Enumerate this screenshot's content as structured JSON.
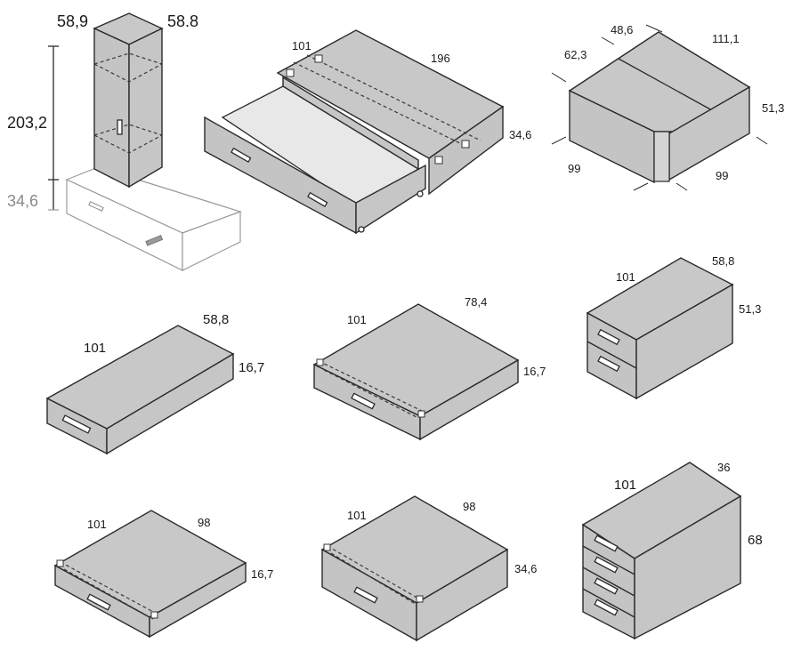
{
  "items": [
    {
      "id": "wardrobe-on-bed",
      "dims": {
        "width": "58,9",
        "depth": "58.8",
        "height": "203,2",
        "base_height": "34,6"
      }
    },
    {
      "id": "bed-with-trundle",
      "dims": {
        "width": "101",
        "length": "196",
        "height": "34,6"
      }
    },
    {
      "id": "corner-unit",
      "dims": {
        "top_a": "48,6",
        "top_b": "111,1",
        "left": "62,3",
        "height": "51,3",
        "bottom_left": "99",
        "bottom_right": "99"
      }
    },
    {
      "id": "low-drawer",
      "dims": {
        "width": "101",
        "depth": "58,8",
        "height": "16,7"
      }
    },
    {
      "id": "low-drawer-deep",
      "dims": {
        "width": "101",
        "depth": "78,4",
        "height": "16,7"
      }
    },
    {
      "id": "two-drawer-chest",
      "dims": {
        "width": "101",
        "depth": "58,8",
        "height": "51,3"
      }
    },
    {
      "id": "low-drawer-98",
      "dims": {
        "width": "101",
        "depth": "98",
        "height": "16,7"
      }
    },
    {
      "id": "tall-drawer-98",
      "dims": {
        "width": "101",
        "depth": "98",
        "height": "34,6"
      }
    },
    {
      "id": "four-drawer-chest",
      "dims": {
        "width": "101",
        "depth": "36",
        "height": "68"
      }
    }
  ]
}
